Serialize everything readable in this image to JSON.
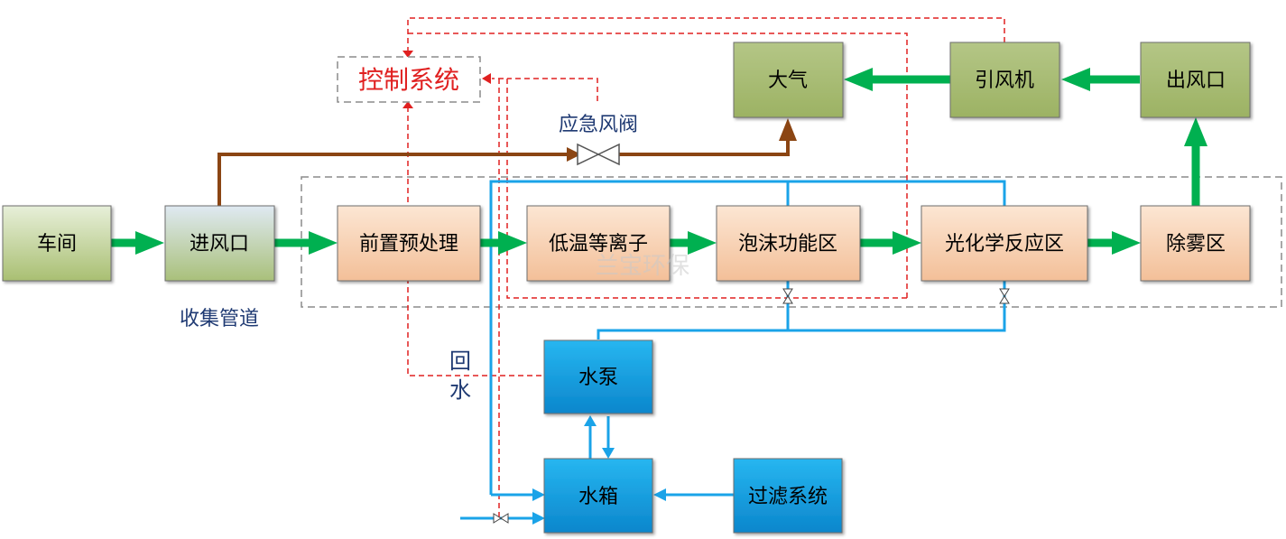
{
  "nodes": {
    "workshop": "车间",
    "air_inlet": "进风口",
    "pretreatment": "前置预处理",
    "plasma": "低温等离子",
    "foam_zone": "泡沫功能区",
    "photochem_zone": "光化学反应区",
    "demist_zone": "除雾区",
    "outlet": "出风口",
    "fan": "引风机",
    "atmosphere": "大气",
    "control_system": "控制系统",
    "pump": "水泵",
    "tank": "水箱",
    "filter_system": "过滤系统"
  },
  "labels": {
    "emergency_valve": "应急风阀",
    "collection_pipe": "收集管道",
    "return_water_1": "回",
    "return_water_2": "水",
    "watermark": "兰宝环保"
  },
  "colors": {
    "green_box_top": "#d8e3c0",
    "green_box_bottom": "#a5ba6d",
    "orange_box_top": "#fde3cc",
    "orange_box_bottom": "#f5c09a",
    "blue_box_top": "#34b8ee",
    "blue_box_bottom": "#0a86cc",
    "air_flow": "#00b050",
    "bypass_flow": "#8b4513",
    "water_line": "#1aa3e8",
    "control_line": "#e02020",
    "label_text": "#1f3a73"
  }
}
